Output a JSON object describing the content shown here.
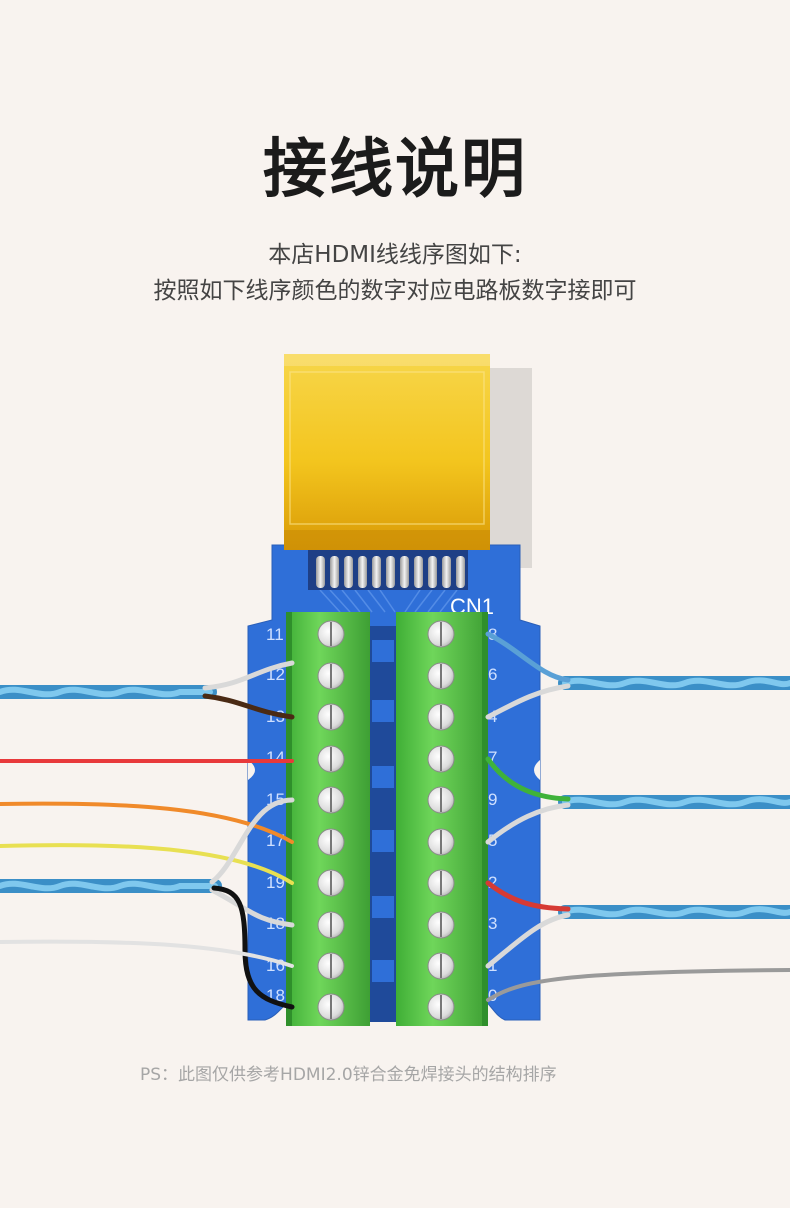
{
  "title": "接线说明",
  "subtitle_line1": "本店HDMI线线序图如下:",
  "subtitle_line2": "按照如下线序颜色的数字对应电路板数字接即可",
  "board_label": "CN1",
  "left_pin_numbers": [
    "11",
    "12",
    "13",
    "14",
    "15",
    "17",
    "19",
    "18",
    "16",
    "18"
  ],
  "right_pin_numbers": [
    "8",
    "6",
    "4",
    "7",
    "9",
    "5",
    "2",
    "3",
    "1",
    "0"
  ],
  "footnote": "PS：此图仅供参考HDMI2.0锌合金免焊接头的结构排序",
  "colors": {
    "background": "#f8f3ef",
    "board": "#2e6fd6",
    "terminal": "#5dc94a",
    "plug_gold": "#f2c21a",
    "cable_blue": "#4aa7dc"
  }
}
